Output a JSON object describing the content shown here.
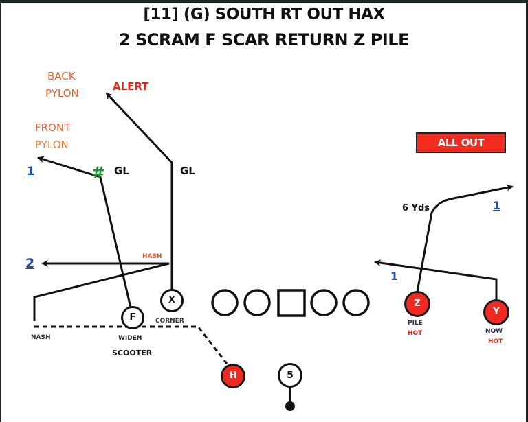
{
  "title": {
    "line1": "[11] (G) SOUTH RT OUT HAX",
    "line2": "2 SCRAM F SCAR RETURN Z PILE"
  },
  "colors": {
    "hot_red": "#ee2a22",
    "label_orange": "#f25c2b",
    "read_blue": "#1f4fa8",
    "read_green": "#1e9a2a",
    "line_black": "#111111"
  },
  "labels": {
    "back_pylon_1": "BACK",
    "back_pylon_2": "PYLON",
    "alert": "ALERT",
    "front_pylon_1": "FRONT",
    "front_pylon_2": "PYLON",
    "gl_left": "GL",
    "gl_right": "GL",
    "hash": "HASH",
    "nash": "NASH",
    "widen": "WIDEN",
    "scooter": "SCOOTER",
    "corner": "CORNER",
    "six_yds": "6 Yds",
    "pile": "PILE",
    "hot_z": "HOT",
    "now": "NOW",
    "hot_y": "HOT",
    "all_out": "ALL OUT"
  },
  "reads": {
    "left_1": "1",
    "left_2": "2",
    "right_top_1": "1",
    "right_mid_1": "1",
    "green_mark": "#"
  },
  "players": {
    "x": "X",
    "f": "F",
    "h": "H",
    "qb": "5",
    "z": "Z",
    "y": "Y"
  },
  "offensive_line": [
    "circle",
    "circle",
    "square",
    "circle",
    "circle"
  ]
}
